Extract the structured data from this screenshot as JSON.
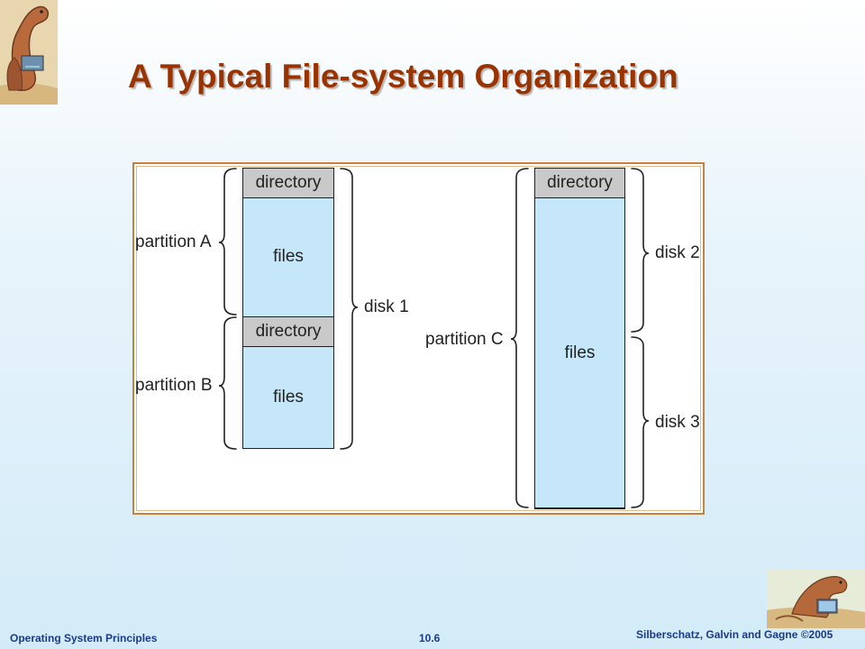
{
  "slide": {
    "title": "A Typical File-system Organization"
  },
  "diagram": {
    "disk1_stack": [
      {
        "kind": "directory",
        "label": "directory"
      },
      {
        "kind": "files",
        "label": "files"
      },
      {
        "kind": "directory",
        "label": "directory"
      },
      {
        "kind": "files",
        "label": "files"
      }
    ],
    "right_stack": [
      {
        "kind": "directory",
        "label": "directory"
      },
      {
        "kind": "files",
        "label": "files"
      }
    ],
    "labels": {
      "partition_a": "partition A",
      "partition_b": "partition B",
      "partition_c": "partition C",
      "disk_1": "disk 1",
      "disk_2": "disk 2",
      "disk_3": "disk 3"
    },
    "colors": {
      "directory_fill": "#c9c9c9",
      "files_fill": "#c6e7fa",
      "frame_border": "#c8813a",
      "title": "#993300"
    }
  },
  "footer": {
    "left": "Operating System Principles",
    "center": "10.6",
    "right": "Silberschatz, Galvin and Gagne ©2005"
  },
  "icons": {
    "top_left": "dinosaur-logo-icon",
    "bottom_right": "dinosaur-laptop-icon"
  }
}
